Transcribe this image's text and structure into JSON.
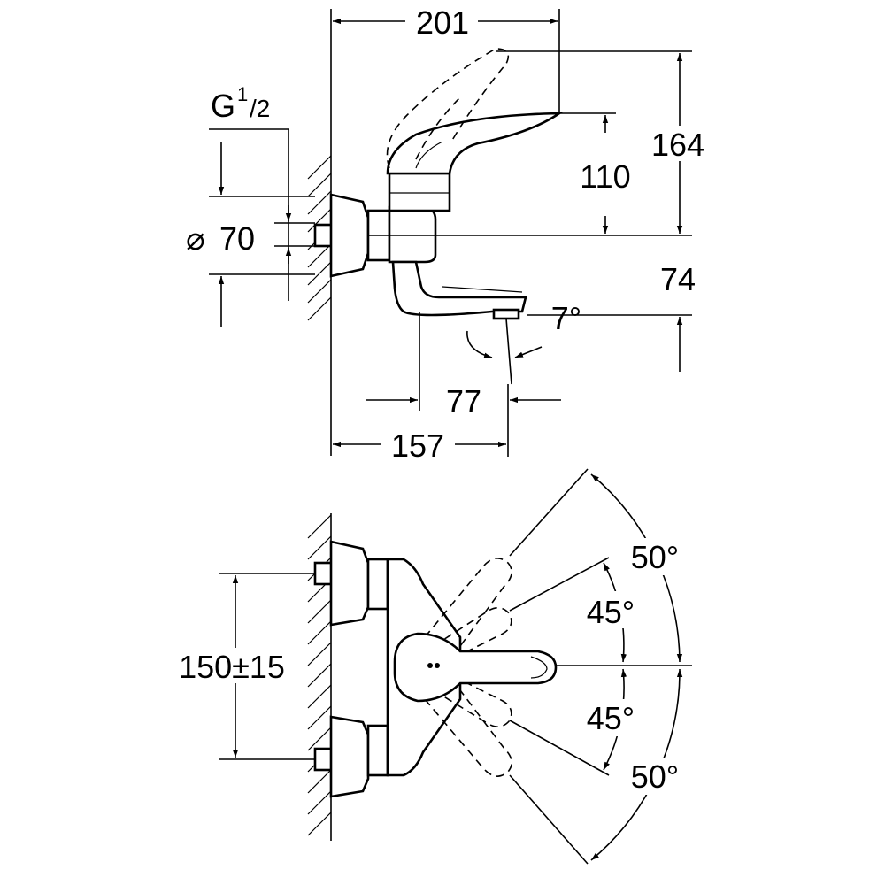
{
  "side_view": {
    "labels": {
      "overall_width": "201",
      "thread": "G",
      "thread_sup": "1",
      "thread_sub": "/2",
      "diameter_symbol": "⌀",
      "diameter": "70",
      "total_height": "164",
      "lever_height": "110",
      "spout_depth": "74",
      "spout_angle": "7°",
      "spout_offset": "77",
      "projection": "157"
    }
  },
  "top_view": {
    "labels": {
      "centers": "150±15",
      "angle_outer_up": "50°",
      "angle_inner_up": "45°",
      "angle_inner_down": "45°",
      "angle_outer_down": "50°"
    }
  },
  "colors": {
    "line": "#000000",
    "background": "#ffffff"
  }
}
